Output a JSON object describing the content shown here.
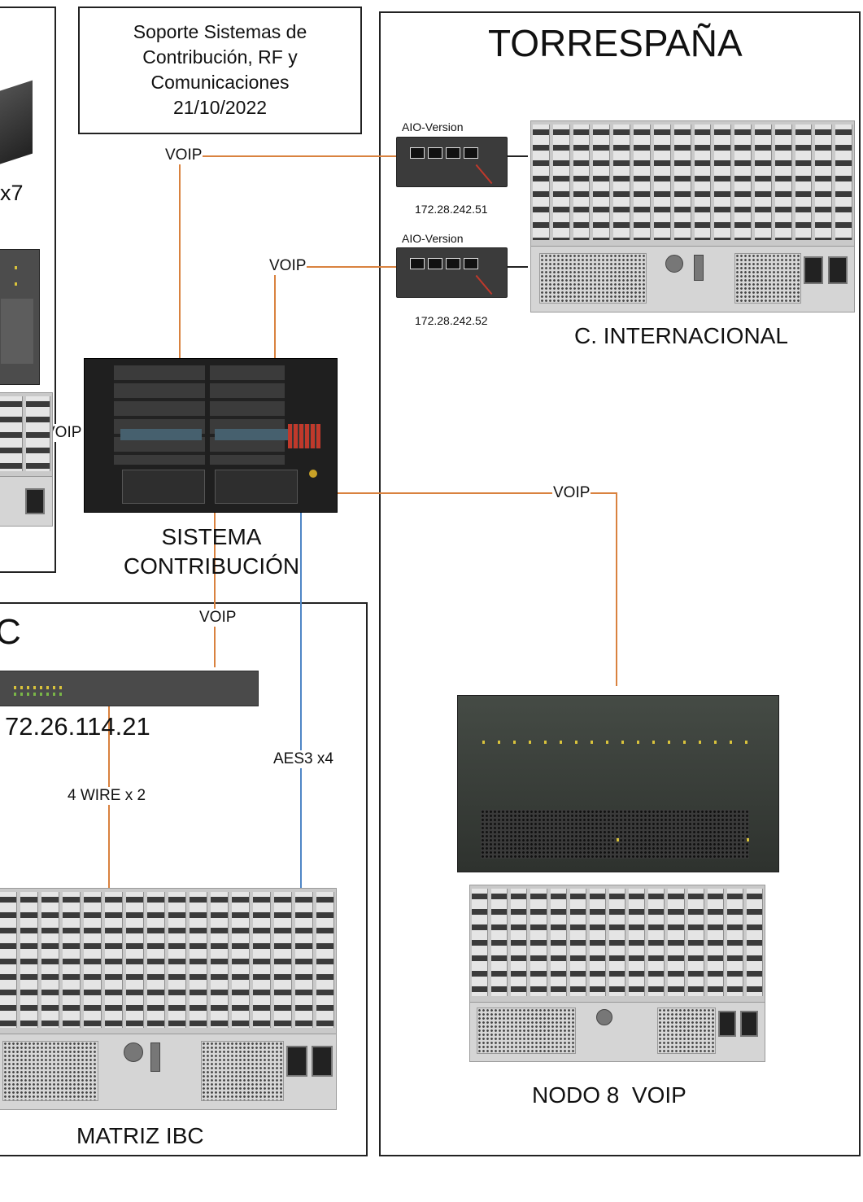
{
  "header": {
    "line1": "Soporte Sistemas de",
    "line2": "Contribución, RF y",
    "line3": "Comunicaciones",
    "date": "21/10/2022"
  },
  "left_fragment": {
    "count_label": "x7",
    "voip": "VOIP"
  },
  "torrespana": {
    "title": "TORRESPAÑA",
    "aio1": {
      "label": "AIO-Version",
      "ip": "172.28.242.51"
    },
    "aio2": {
      "label": "AIO-Version",
      "ip": "172.28.242.52"
    },
    "c_internacional": "C. INTERNACIONAL",
    "nodo": "NODO 8  VOIP"
  },
  "sistema": {
    "line1": "SISTEMA",
    "line2": "CONTRIBUCIÓN"
  },
  "links": {
    "voip_top": "VOIP",
    "voip_mid": "VOIP",
    "voip_right": "VOIP",
    "voip_ibc": "VOIP",
    "aes3": "AES3 x4",
    "four_wire": "4 WIRE x 2"
  },
  "ibc": {
    "title_fragment": "C",
    "ip": "72.26.114.21",
    "matriz": "MATRIZ IBC"
  },
  "colors": {
    "voip_line": "#d9823f",
    "aes_line": "#4f86c6",
    "border": "#222222"
  }
}
